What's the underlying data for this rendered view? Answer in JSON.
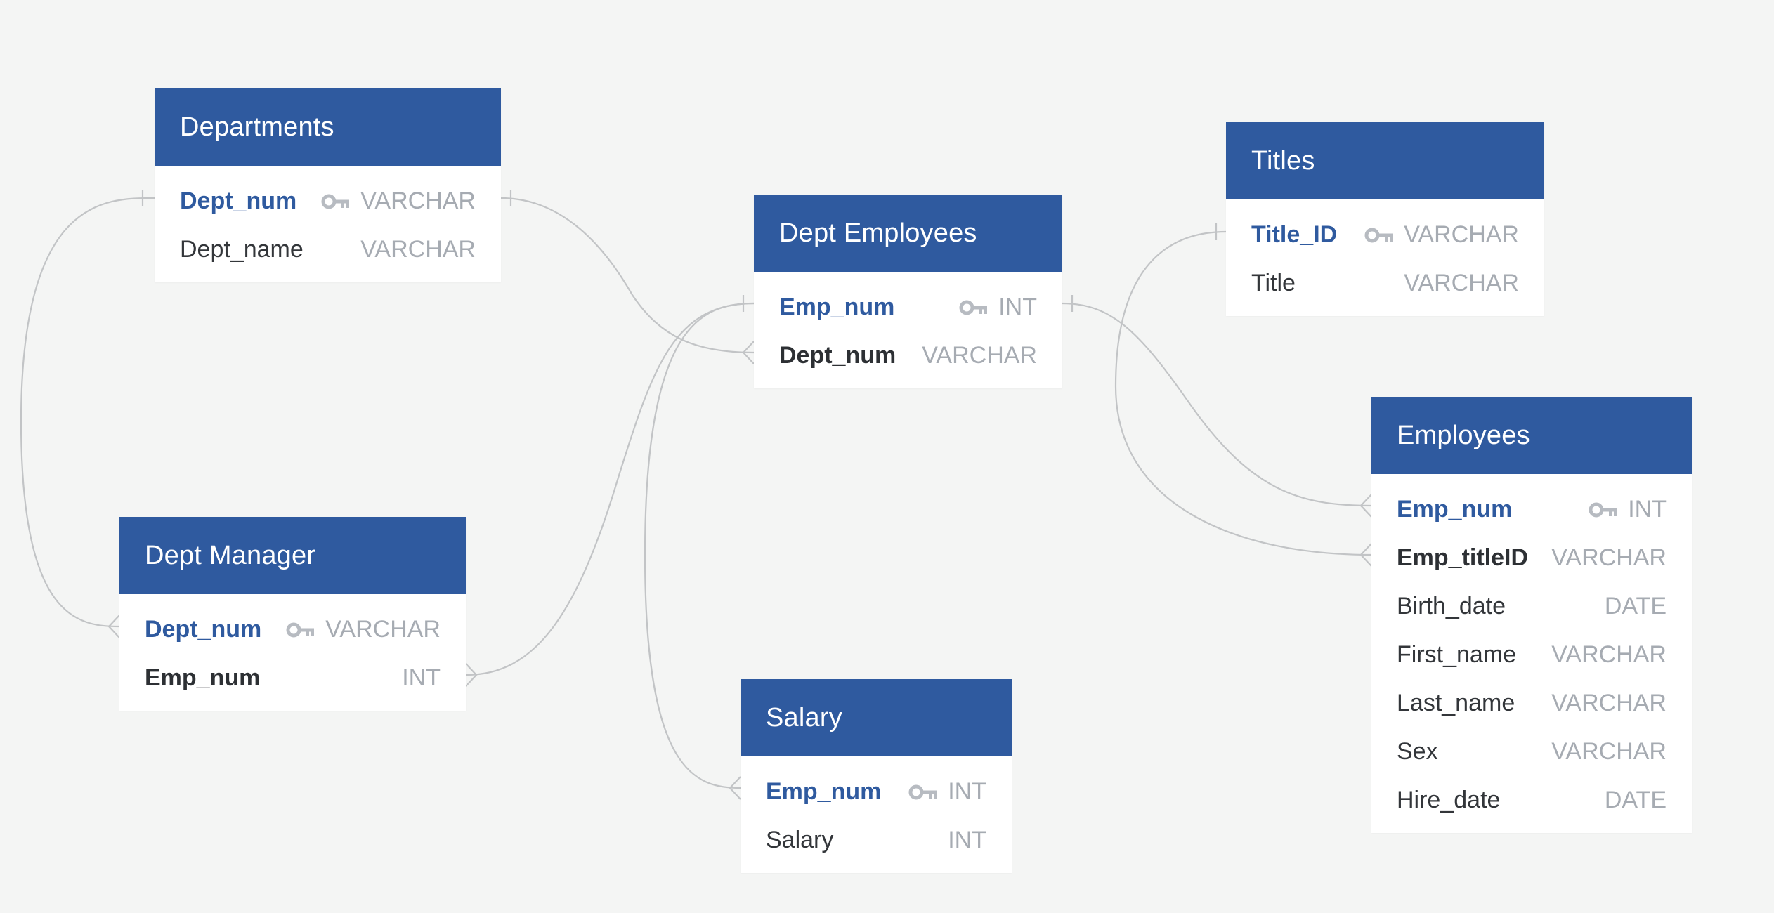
{
  "colors": {
    "background": "#f4f5f4",
    "header": "#2f5a9f",
    "primary_key_text": "#2f5a9f",
    "type_text": "#a6abb2",
    "connector": "#c2c4c6"
  },
  "tables": {
    "departments": {
      "title": "Departments",
      "columns": [
        {
          "name": "Dept_num",
          "type": "VARCHAR",
          "key": "primary"
        },
        {
          "name": "Dept_name",
          "type": "VARCHAR",
          "key": "none"
        }
      ]
    },
    "dept_employees": {
      "title": "Dept Employees",
      "columns": [
        {
          "name": "Emp_num",
          "type": "INT",
          "key": "primary"
        },
        {
          "name": "Dept_num",
          "type": "VARCHAR",
          "key": "foreign"
        }
      ]
    },
    "titles": {
      "title": "Titles",
      "columns": [
        {
          "name": "Title_ID",
          "type": "VARCHAR",
          "key": "primary"
        },
        {
          "name": "Title",
          "type": "VARCHAR",
          "key": "none"
        }
      ]
    },
    "employees": {
      "title": "Employees",
      "columns": [
        {
          "name": "Emp_num",
          "type": "INT",
          "key": "primary"
        },
        {
          "name": "Emp_titleID",
          "type": "VARCHAR",
          "key": "foreign"
        },
        {
          "name": "Birth_date",
          "type": "DATE",
          "key": "none"
        },
        {
          "name": "First_name",
          "type": "VARCHAR",
          "key": "none"
        },
        {
          "name": "Last_name",
          "type": "VARCHAR",
          "key": "none"
        },
        {
          "name": "Sex",
          "type": "VARCHAR",
          "key": "none"
        },
        {
          "name": "Hire_date",
          "type": "DATE",
          "key": "none"
        }
      ]
    },
    "dept_manager": {
      "title": "Dept Manager",
      "columns": [
        {
          "name": "Dept_num",
          "type": "VARCHAR",
          "key": "primary"
        },
        {
          "name": "Emp_num",
          "type": "INT",
          "key": "foreign"
        }
      ]
    },
    "salary": {
      "title": "Salary",
      "columns": [
        {
          "name": "Emp_num",
          "type": "INT",
          "key": "primary"
        },
        {
          "name": "Salary",
          "type": "INT",
          "key": "none"
        }
      ]
    }
  },
  "relationships": [
    {
      "from": "departments.Dept_num",
      "to": "dept_employees.Dept_num",
      "cardinality": "one-to-many"
    },
    {
      "from": "departments.Dept_num",
      "to": "dept_manager.Dept_num",
      "cardinality": "one-to-many"
    },
    {
      "from": "dept_employees.Emp_num",
      "to": "employees.Emp_num",
      "cardinality": "one-to-many"
    },
    {
      "from": "dept_employees.Emp_num",
      "to": "dept_manager.Emp_num",
      "cardinality": "one-to-many"
    },
    {
      "from": "dept_employees.Emp_num",
      "to": "salary.Emp_num",
      "cardinality": "one-to-many"
    },
    {
      "from": "titles.Title_ID",
      "to": "employees.Emp_titleID",
      "cardinality": "one-to-many"
    }
  ]
}
